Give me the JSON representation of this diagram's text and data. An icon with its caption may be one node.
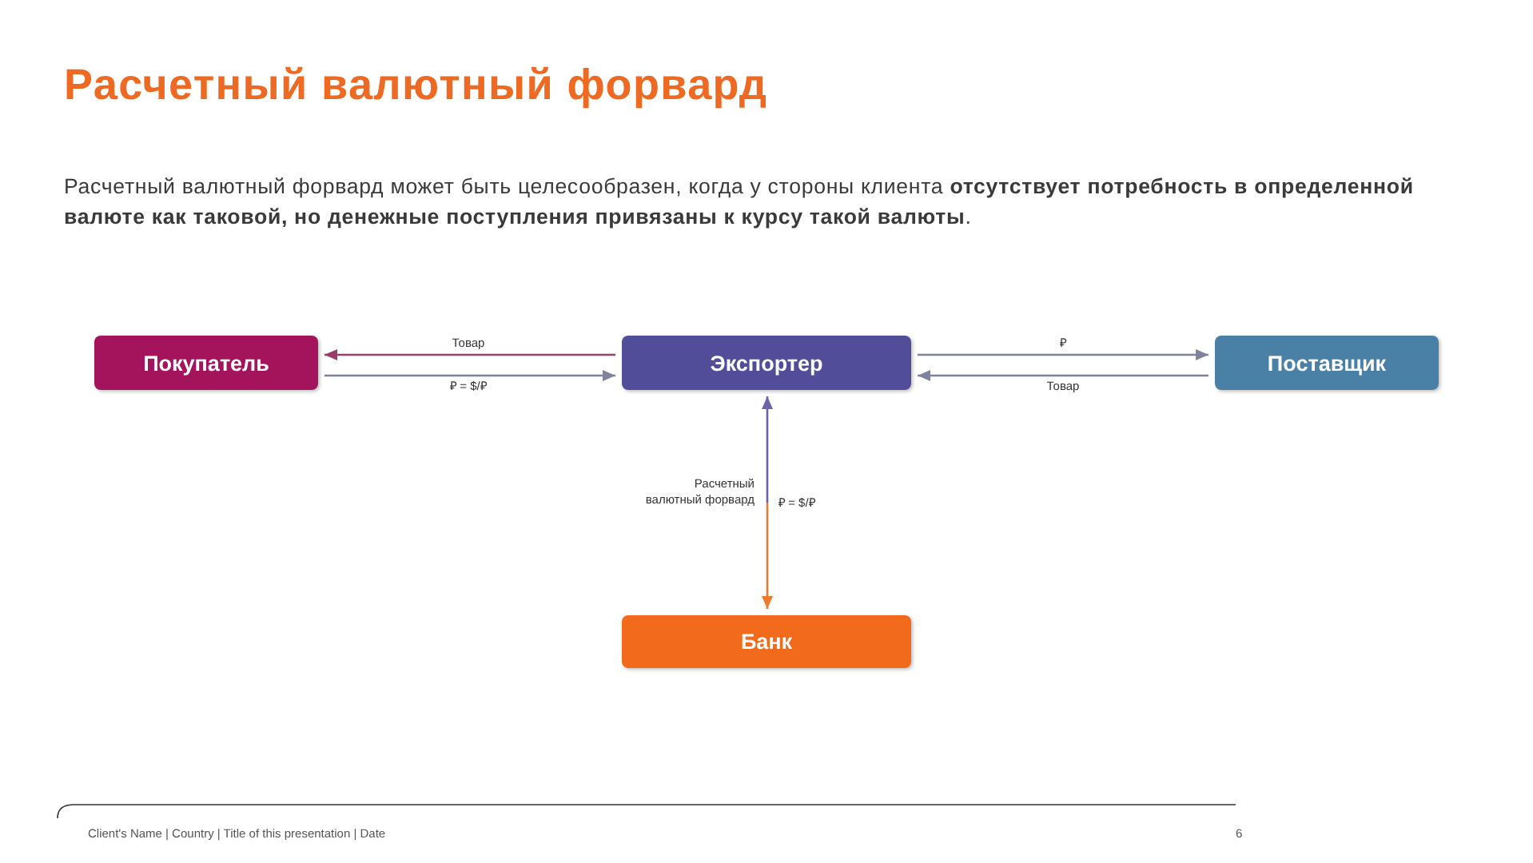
{
  "diagram": {
    "title": "Расчетный валютный форвард",
    "nodes": [
      {
        "text": [
          "Покупатель"
        ]
      },
      {
        "text": [
          "Экспортер"
        ]
      },
      {
        "text": [
          "Поставщик"
        ]
      },
      {
        "text": [
          "Банк"
        ]
      }
    ],
    "edges": [
      {
        "from": 1,
        "to": 0,
        "arrow": "to",
        "label": "Товар",
        "color": "#9a3d6d"
      },
      {
        "from": 0,
        "to": 1,
        "arrow": "to",
        "label": "₽ = $/₽"
      },
      {
        "from": 1,
        "to": 2,
        "arrow": "to",
        "label": "₽"
      },
      {
        "from": 2,
        "to": 1,
        "arrow": "to",
        "label": "Товар"
      },
      {
        "from": 1,
        "to": 3,
        "arrow": "both",
        "label": "Расчетный валютный форвард"
      }
    ],
    "labels": [
      "Расчетный валютный форвард может быть целесообразен, когда у стороны клиента **отсутствует потребность в определенной валюте как таковой, но денежные поступления привязаны к курсу такой валюты**.",
      "₽ = $/₽",
      "Client's Name | Country | Title of this presentation | Date",
      "6"
    ]
  }
}
